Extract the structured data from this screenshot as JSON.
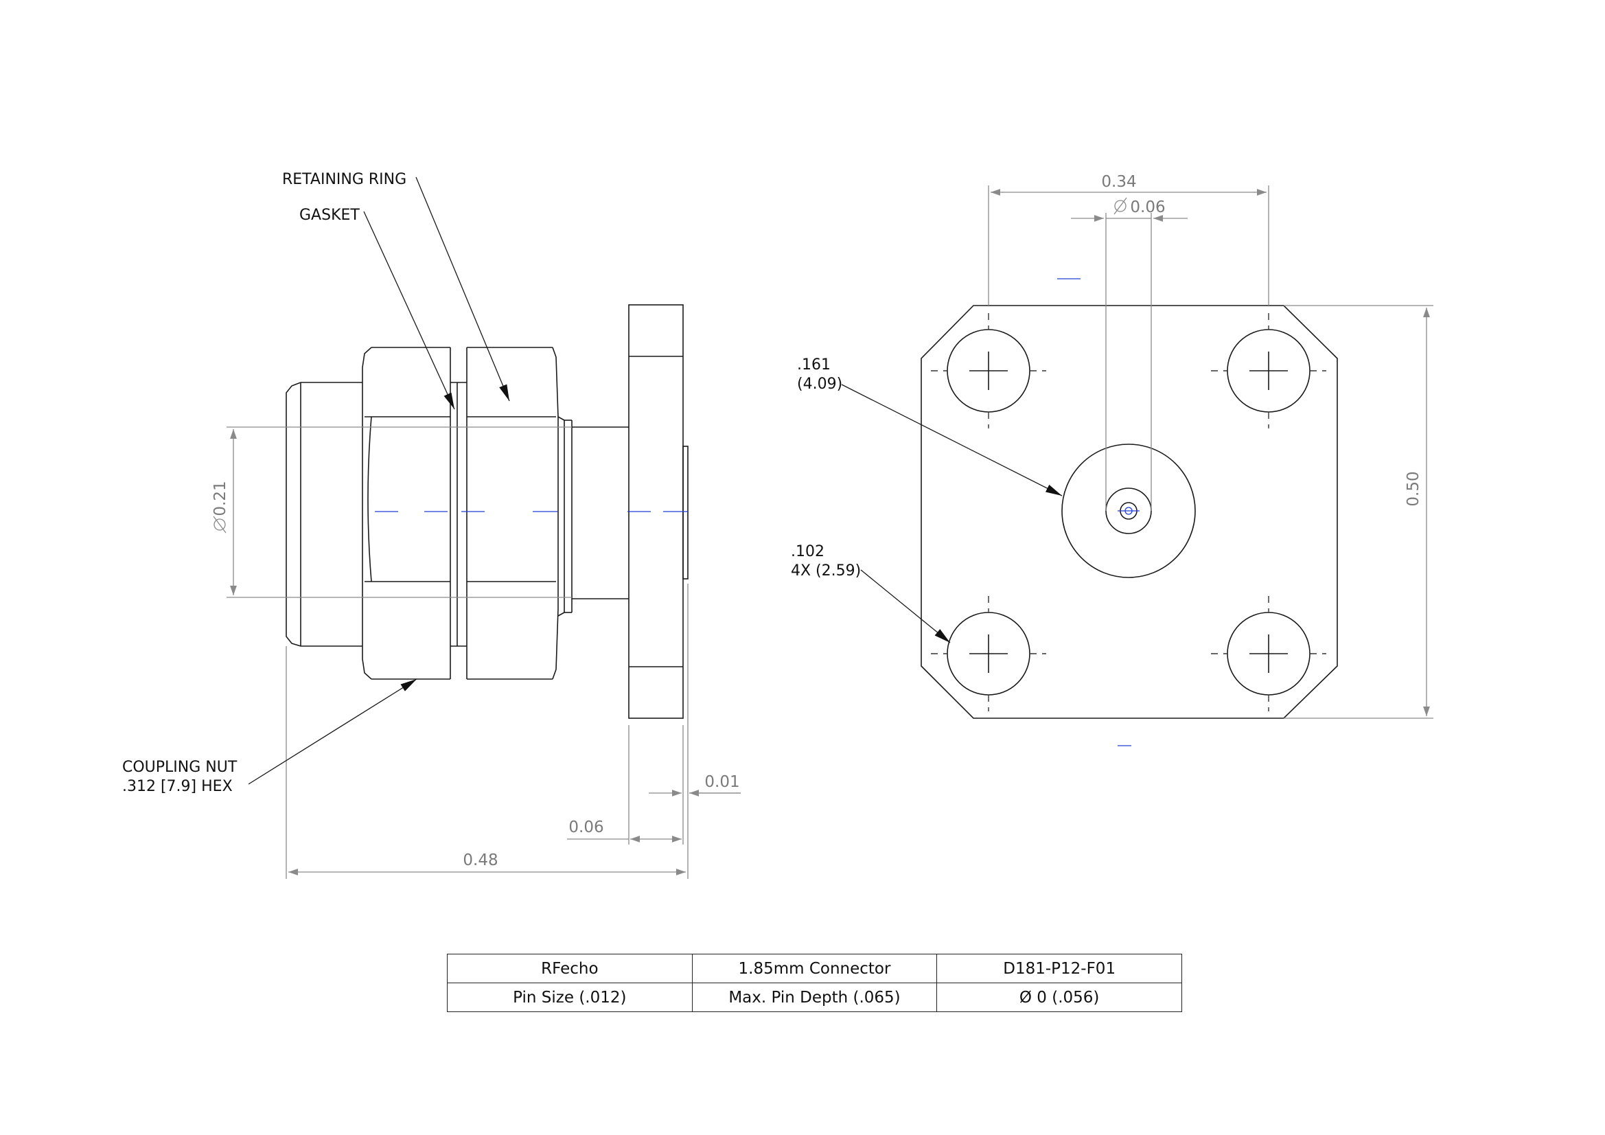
{
  "labels": {
    "retaining_ring": "RETAINING RING",
    "gasket": "GASKET",
    "coupling_nut_line1": "COUPLING NUT",
    "coupling_nut_line2": ".312 [7.9] HEX",
    "center_hole_line1": ".161",
    "center_hole_line2": "(4.09)",
    "mount_hole_line1": ".102",
    "mount_hole_line2": "4X (2.59)"
  },
  "dimensions": {
    "overall_length": "0.48",
    "flange_thickness": "0.06",
    "pin_step": "0.01",
    "body_diameter": "0.21",
    "hole_spacing": "0.34",
    "pin_diameter": "0.06",
    "flange_height": "0.50"
  },
  "symbols": {
    "diameter": "diameter-symbol"
  },
  "colors": {
    "line": "#1a1a1a",
    "dimension": "#7a7a7a",
    "marker": "#1f3fd6"
  },
  "title_block": {
    "rows": [
      [
        "RFecho",
        "1.85mm Connector",
        "D181-P12-F01"
      ],
      [
        "Pin Size (.012)",
        "Max. Pin Depth (.065)",
        "Ø 0 (.056)"
      ]
    ]
  }
}
